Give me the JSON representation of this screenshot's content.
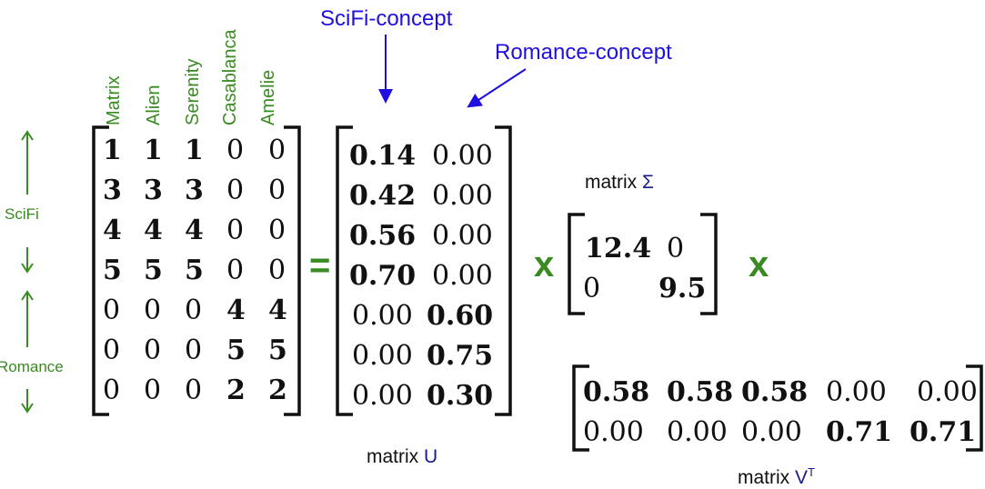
{
  "labels": {
    "scifi_concept": "SciFi-concept",
    "romance_concept": "Romance-concept",
    "scifi": "SciFi",
    "romance": "Romance"
  },
  "columns": [
    "Matrix",
    "Alien",
    "Serenity",
    "Casablanca",
    "Amelie"
  ],
  "matrix_a": [
    [
      "1",
      "1",
      "1",
      "0",
      "0"
    ],
    [
      "3",
      "3",
      "3",
      "0",
      "0"
    ],
    [
      "4",
      "4",
      "4",
      "0",
      "0"
    ],
    [
      "5",
      "5",
      "5",
      "0",
      "0"
    ],
    [
      "0",
      "0",
      "0",
      "4",
      "4"
    ],
    [
      "0",
      "0",
      "0",
      "5",
      "5"
    ],
    [
      "0",
      "0",
      "0",
      "2",
      "2"
    ]
  ],
  "matrix_u": [
    [
      "0.14",
      "0.00"
    ],
    [
      "0.42",
      "0.00"
    ],
    [
      "0.56",
      "0.00"
    ],
    [
      "0.70",
      "0.00"
    ],
    [
      "0.00",
      "0.60"
    ],
    [
      "0.00",
      "0.75"
    ],
    [
      "0.00",
      "0.30"
    ]
  ],
  "matrix_sigma": [
    [
      "12.4",
      "0"
    ],
    [
      "0",
      "9.5"
    ]
  ],
  "matrix_vt": [
    [
      "0.58",
      "0.58",
      "0.58",
      "0.00",
      "0.00"
    ],
    [
      "0.00",
      "0.00",
      "0.00",
      "0.71",
      "0.71"
    ]
  ],
  "operators": {
    "equals": "=",
    "times1": "x",
    "times2": "x"
  },
  "captions": {
    "u_prefix": "matrix ",
    "u_symbol": "U",
    "sigma_prefix": "matrix ",
    "sigma_symbol": "Σ",
    "vt_prefix": "matrix ",
    "vt_symbol": "V",
    "vt_sup": "T"
  },
  "colors": {
    "label_green": "#3a8a22",
    "concept_blue": "#1f10e0",
    "symbol_navy": "#1a1a8c"
  }
}
